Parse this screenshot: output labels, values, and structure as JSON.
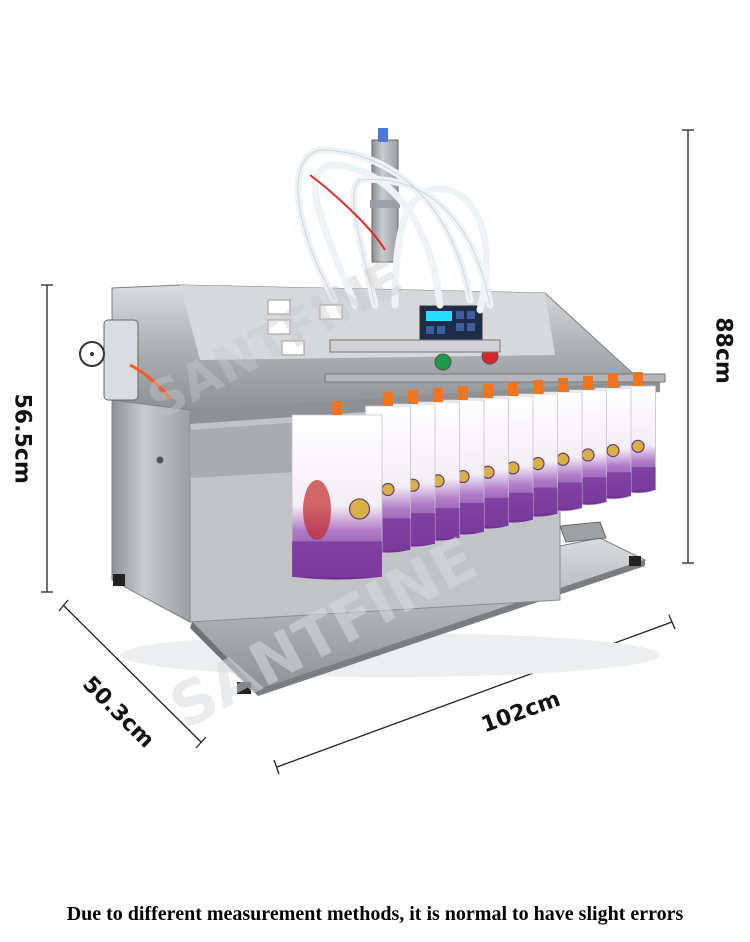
{
  "dimensions": {
    "height_left": "56.5cm",
    "height_right": "88cm",
    "depth": "50.3cm",
    "width": "102cm"
  },
  "watermark": "SANTFINE",
  "caption": "Due to different measurement methods, it is normal to have slight errors",
  "pouch_count": 12,
  "colors": {
    "pouch_purple": "#7a3c9c",
    "spout_orange": "#f0751e",
    "steel": "#b9bbbd",
    "tubing": "#eef3f5"
  }
}
